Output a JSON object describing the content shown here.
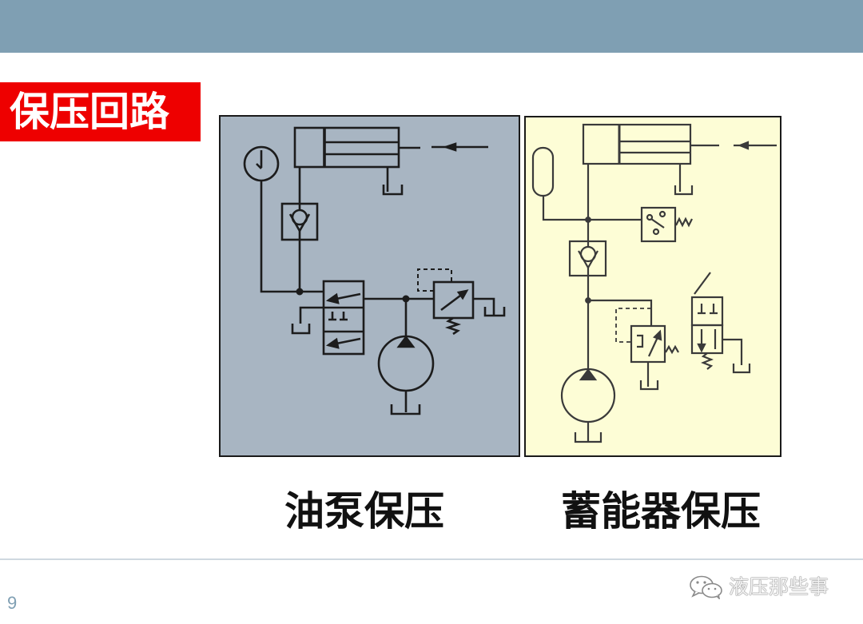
{
  "slide": {
    "title": "保压回路",
    "page_number": "9"
  },
  "colors": {
    "header_band": "#7f9fb3",
    "title_background": "#ee0000",
    "title_text": "#ffffff",
    "left_panel_background": "#a8b5c2",
    "right_panel_background": "#fdfdd6"
  },
  "diagrams": [
    {
      "caption": "油泵保压"
    },
    {
      "caption": "蓄能器保压"
    }
  ],
  "watermark": {
    "icon": "wechat-icon",
    "text": "液压那些事"
  }
}
